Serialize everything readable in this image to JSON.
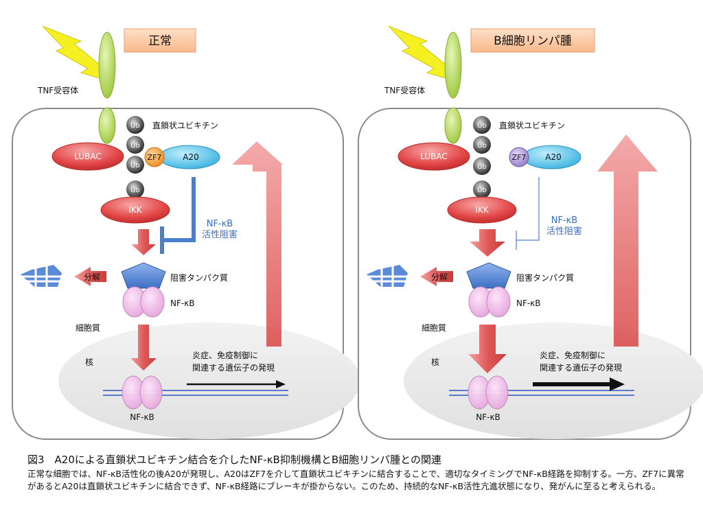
{
  "panels": [
    {
      "id": "normal",
      "title": "正常",
      "labels": {
        "tnf_receptor": "TNF受容体",
        "ub": "Ub",
        "linear_ubiquitin": "直鎖状ユビキチン",
        "lubac": "LUBAC",
        "zf7": "ZF7",
        "a20": "A20",
        "ikk": "IKK",
        "nfkb_inhibit_line1": "NF-κB",
        "nfkb_inhibit_line2": "活性阻害",
        "degradation": "分解",
        "inhibitor_protein": "阻害タンパク質",
        "nfkb": "NF-κB",
        "cytoplasm": "細胞質",
        "nucleus": "核",
        "genes_line1": "炎症、免疫制御に",
        "genes_line2": "関連する遺伝子の発現",
        "nfkb_nucleus": "NF-κB"
      }
    },
    {
      "id": "b_cell_lymphoma",
      "title": "B細胞リンパ腫",
      "labels": {
        "tnf_receptor": "TNF受容体",
        "ub": "Ub",
        "linear_ubiquitin": "直鎖状ユビキチン",
        "lubac": "LUBAC",
        "zf7": "ZF7",
        "a20": "A20",
        "ikk": "IKK",
        "nfkb_inhibit_line1": "NF-κB",
        "nfkb_inhibit_line2": "活性阻害",
        "degradation": "分解",
        "inhibitor_protein": "阻害タンパク質",
        "nfkb": "NF-κB",
        "cytoplasm": "細胞質",
        "nucleus": "核",
        "genes_line1": "炎症、免疫制御に",
        "genes_line2": "関連する遺伝子の発現",
        "nfkb_nucleus": "NF-κB"
      }
    }
  ],
  "colors": {
    "lightning": "#f5f21e",
    "receptor": "#b5dc4d",
    "ub": "#555555",
    "lubac": "#e84545",
    "ikk": "#e84545",
    "zf7_normal": "#f29a34",
    "zf7_mutant": "#a48ad0",
    "a20": "#5cc6ea",
    "inhibit_line": "#4a7fd0",
    "red_arrow": "#e25a5a",
    "inhibitor_protein": "#5b8ad8",
    "nfkb_protein": "#f0b8ea",
    "title_box": "#fbc6a0",
    "cell_border": "#888888",
    "nucleus_fill": "#ebebeb"
  },
  "caption": {
    "title": "図3　A20による直鎖状ユビキチン結合を介したNF-κB抑制機構とB細胞リンパ腫との関連",
    "body": "正常な細胞では、NF-κB活性化の後A20が発現し、A20はZF7を介して直鎖状ユビキチンに結合することで、適切なタイミングでNF-κB経路を抑制する。一方、ZF7に異常があるとA20は直鎖状ユビキチンに結合できず、NF-κB経路にブレーキが掛からない。このため、持続的なNF-κB活性亢進状態になり、発がんに至ると考えられる。"
  }
}
